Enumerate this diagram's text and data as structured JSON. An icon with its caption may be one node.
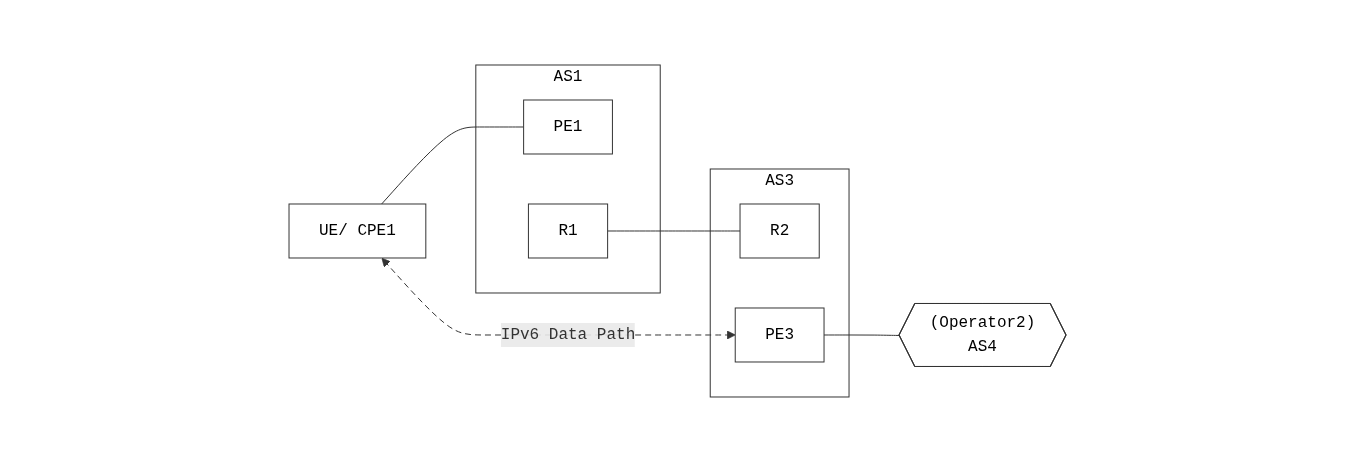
{
  "diagram": {
    "nodes": [
      {
        "text": [
          "UE/ CPE1"
        ]
      },
      {
        "text": [
          "AS1"
        ]
      },
      {
        "text": [
          "PE1"
        ],
        "in": 1
      },
      {
        "text": [
          "R1"
        ],
        "in": 1
      },
      {
        "text": [
          "AS3"
        ]
      },
      {
        "text": [
          "R2"
        ],
        "in": 4
      },
      {
        "text": [
          "PE3"
        ],
        "in": 4
      },
      {
        "text": [
          "(Operator2)",
          "AS4"
        ]
      }
    ],
    "edges": [
      {
        "from": 0,
        "to": 2,
        "arrow": "none"
      },
      {
        "from": 3,
        "to": 5,
        "arrow": "none"
      },
      {
        "from": 6,
        "to": 7,
        "arrow": "none"
      },
      {
        "from": 0,
        "to": 6,
        "arrow": "both",
        "style": "dashed",
        "label": "IPv6 Data Path"
      }
    ]
  }
}
